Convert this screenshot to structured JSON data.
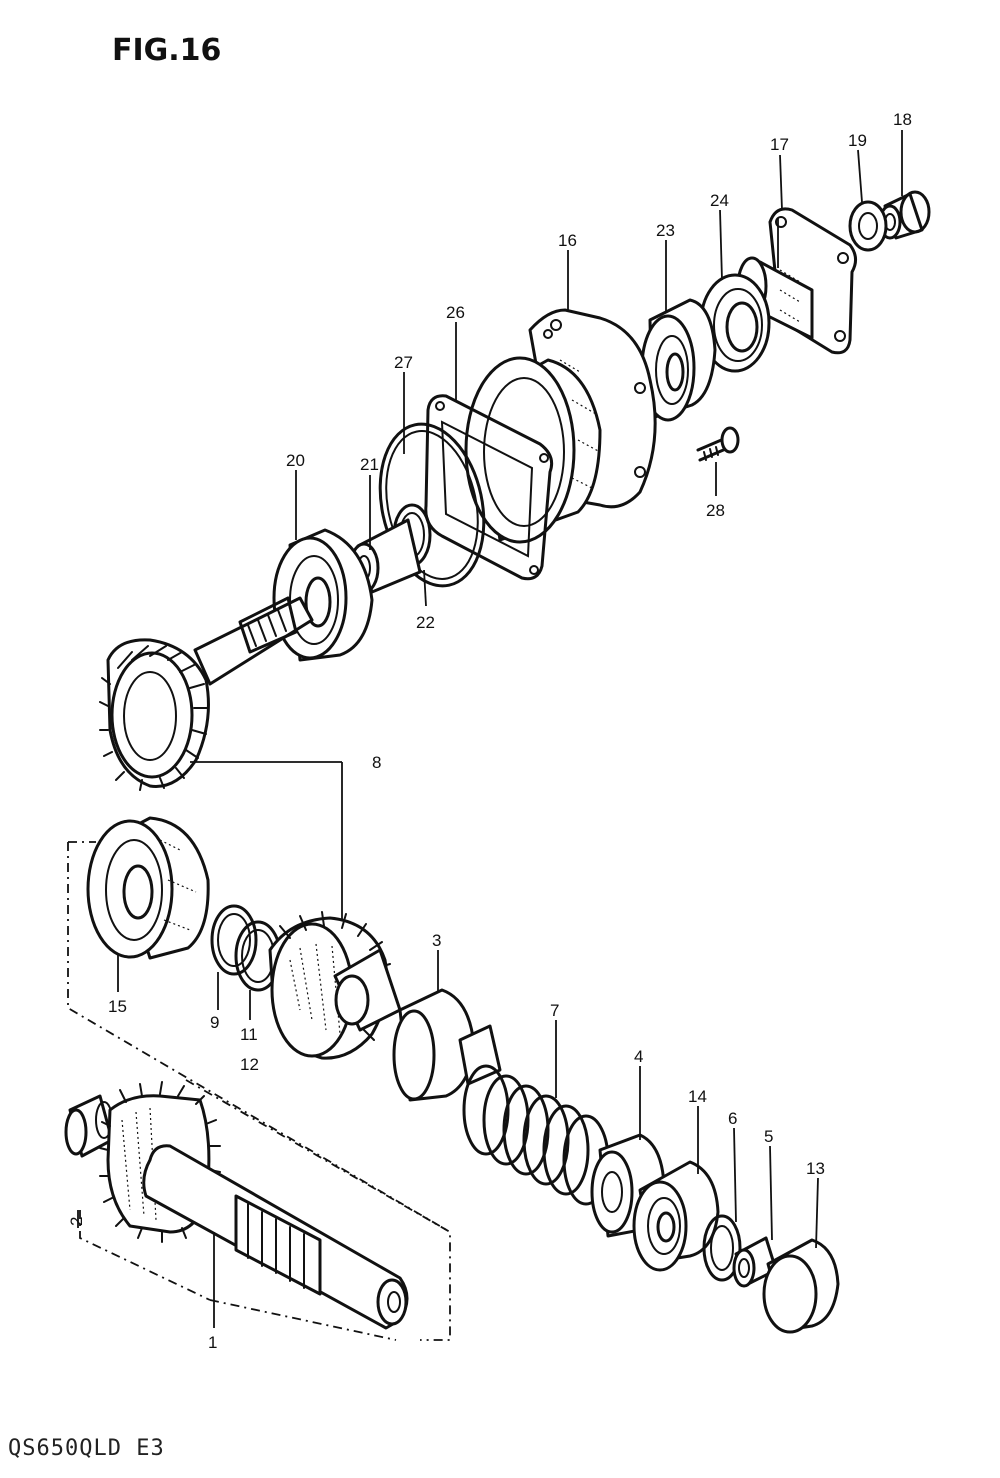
{
  "figure": {
    "title": "FIG.16",
    "footer": "QS650QLD E3"
  },
  "parts": [
    {
      "id": "p18",
      "number": "18"
    },
    {
      "id": "p17",
      "number": "17"
    },
    {
      "id": "p19",
      "number": "19"
    },
    {
      "id": "p24",
      "number": "24"
    },
    {
      "id": "p16",
      "number": "16"
    },
    {
      "id": "p23",
      "number": "23"
    },
    {
      "id": "p26",
      "number": "26"
    },
    {
      "id": "p27",
      "number": "27"
    },
    {
      "id": "p20",
      "number": "20"
    },
    {
      "id": "p21",
      "number": "21"
    },
    {
      "id": "p28",
      "number": "28"
    },
    {
      "id": "p22",
      "number": "22"
    },
    {
      "id": "p8",
      "number": "8"
    },
    {
      "id": "p3",
      "number": "3"
    },
    {
      "id": "p15",
      "number": "15"
    },
    {
      "id": "p7",
      "number": "7"
    },
    {
      "id": "p9",
      "number": "9"
    },
    {
      "id": "p11",
      "number": "11"
    },
    {
      "id": "p12",
      "number": "12"
    },
    {
      "id": "p4",
      "number": "4"
    },
    {
      "id": "p14",
      "number": "14"
    },
    {
      "id": "p6",
      "number": "6"
    },
    {
      "id": "p5",
      "number": "5"
    },
    {
      "id": "p13",
      "number": "13"
    },
    {
      "id": "p2",
      "number": "2"
    },
    {
      "id": "p1",
      "number": "1"
    }
  ]
}
